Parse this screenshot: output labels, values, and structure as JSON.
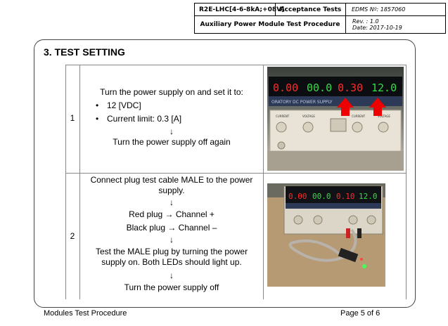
{
  "header": {
    "code": "R2E-LHC[4-6-8kA;+08V]",
    "doc_type": "Acceptance Tests",
    "edms": "EDMS Nº: 1857060",
    "title": "Auxiliary Power Module Test Procedure",
    "rev": "Rev. : 1.0",
    "date": "Date: 2017-10-19"
  },
  "section": {
    "title": "3.  TEST SETTING"
  },
  "rows": [
    {
      "number": "1",
      "lines": [
        "Turn the power supply on and set it to:",
        "12 [VDC]",
        "Current limit: 0.3 [A]",
        "↓",
        "Turn the power supply off again"
      ],
      "photo": {
        "display_values": [
          "0.00",
          "00.0",
          "0.30",
          "12.0"
        ],
        "panel_text": "ORATORY DC POWER SUPPLY",
        "knob_labels": [
          "CURRENT",
          "VOLTAGE",
          "CURRENT",
          "VOLTAGE"
        ]
      }
    },
    {
      "number": "2",
      "lines": [
        "Connect plug test cable MALE to the power",
        "supply.",
        "↓",
        "Red plug → Channel +",
        "Black plug → Channel –",
        "↓",
        "Test the MALE plug by turning the power",
        "supply on. Both LEDs should light up.",
        "↓",
        "Turn the power supply off"
      ],
      "photo": {
        "display_values": [
          "0.00",
          "00.0",
          "0.10",
          "12.0"
        ]
      }
    }
  ],
  "footer": {
    "left": "Modules Test Procedure",
    "right": "Page 5 of 6"
  },
  "colors": {
    "display_red": "#ff2a2a",
    "display_green": "#33dd44",
    "arrow_red": "#ee0000"
  }
}
